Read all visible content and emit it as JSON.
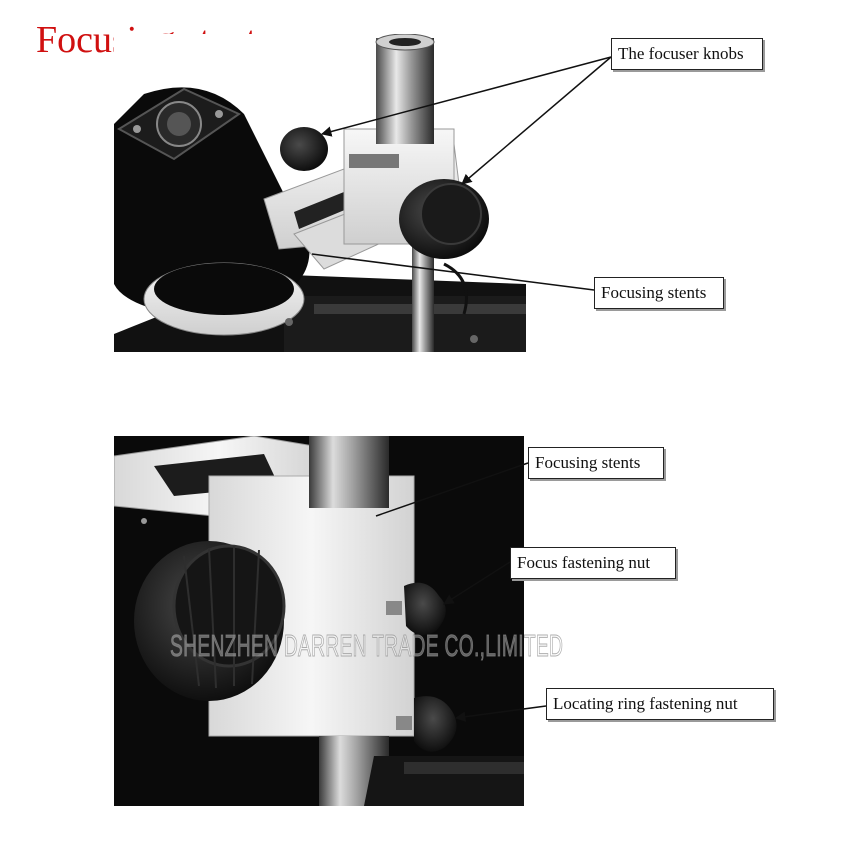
{
  "page_title": "Focusing stents",
  "callouts": {
    "focuser_knobs": "The focuser knobs",
    "focusing_stents_top": "Focusing stents",
    "focusing_stents_bottom": "Focusing stents",
    "focus_fastening_nut": "Focus fastening nut",
    "locating_ring_fastening_nut": "Locating ring fastening nut"
  },
  "watermark": "SHENZHEN DARREN TRADE CO.,LIMITED",
  "colors": {
    "title": "#d01010",
    "metal_black": "#0d0d0d",
    "stand_white": "#ececec",
    "leader_line": "#111111"
  }
}
